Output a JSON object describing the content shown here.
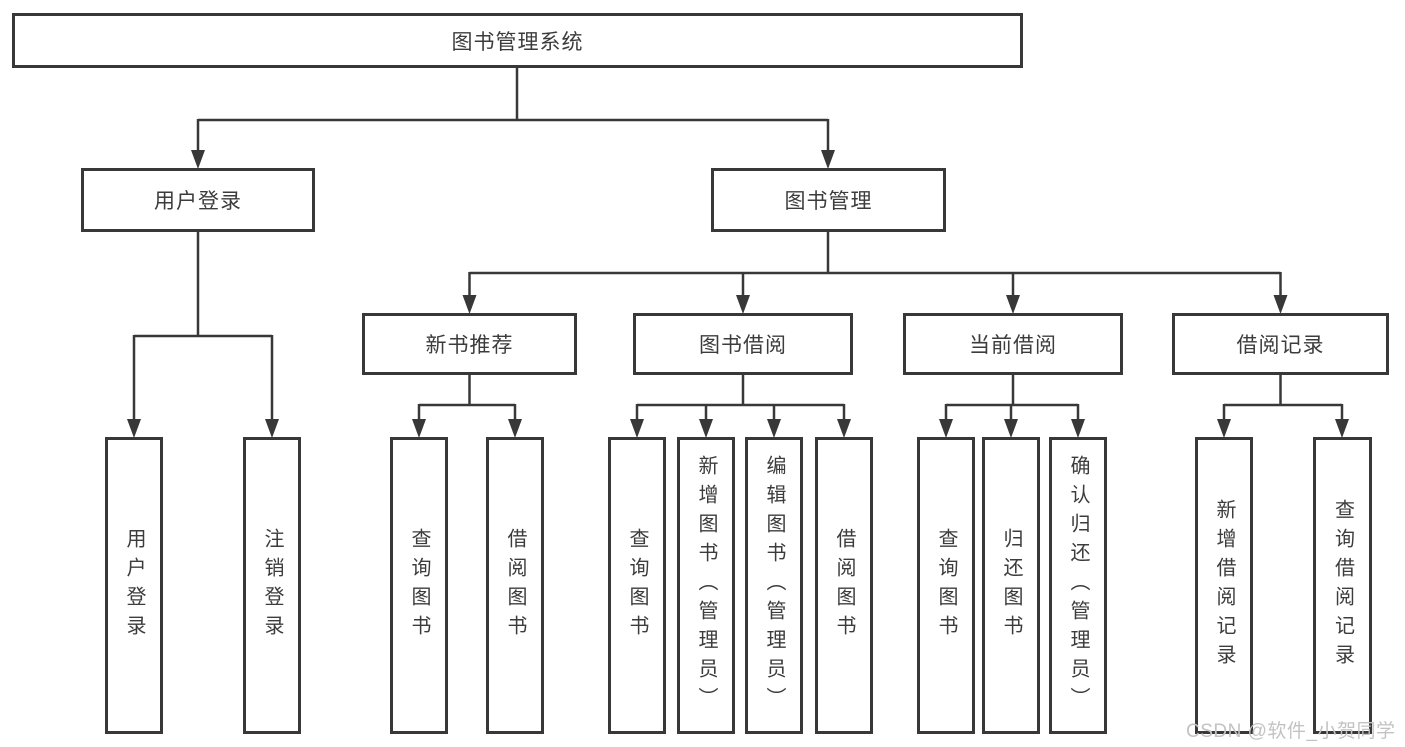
{
  "watermark": {
    "text": "CSDN @软件_小贺同学",
    "color": "#c3c3c3"
  },
  "colors": {
    "line": "#383838",
    "box_border": "#383838",
    "text": "#3c3c3c",
    "background": "#ffffff"
  },
  "tree": {
    "root": {
      "label": "图书管理系统"
    },
    "branches": [
      {
        "label": "用户登录",
        "children": [
          {
            "label": "用户登录"
          },
          {
            "label": "注销登录"
          }
        ]
      },
      {
        "label": "图书管理",
        "children": [
          {
            "label": "新书推荐",
            "children": [
              {
                "label": "查询图书"
              },
              {
                "label": "借阅图书"
              }
            ]
          },
          {
            "label": "图书借阅",
            "children": [
              {
                "label": "查询图书"
              },
              {
                "label": "新增图书（管理员）"
              },
              {
                "label": "编辑图书（管理员）"
              },
              {
                "label": "借阅图书"
              }
            ]
          },
          {
            "label": "当前借阅",
            "children": [
              {
                "label": "查询图书"
              },
              {
                "label": "归还图书"
              },
              {
                "label": "确认归还（管理员）"
              }
            ]
          },
          {
            "label": "借阅记录",
            "children": [
              {
                "label": "新增借阅记录"
              },
              {
                "label": "查询借阅记录"
              }
            ]
          }
        ]
      }
    ]
  }
}
